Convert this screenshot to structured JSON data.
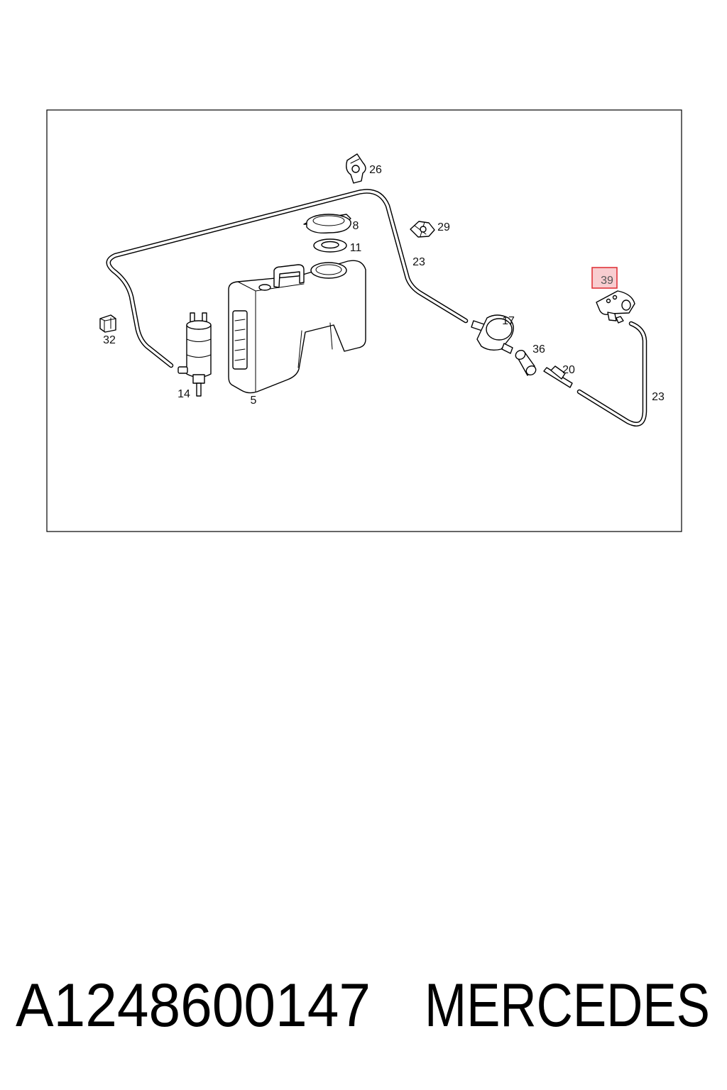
{
  "diagram": {
    "callouts": [
      "26",
      "8",
      "29",
      "11",
      "23",
      "17",
      "32",
      "36",
      "20",
      "14",
      "23",
      "5"
    ],
    "highlighted_callout": "39",
    "highlight_colors": {
      "border": "#e0353b",
      "fill": "#f8cdd0"
    }
  },
  "caption": {
    "part_number": "A1248600147",
    "brand": "MERCEDES"
  }
}
